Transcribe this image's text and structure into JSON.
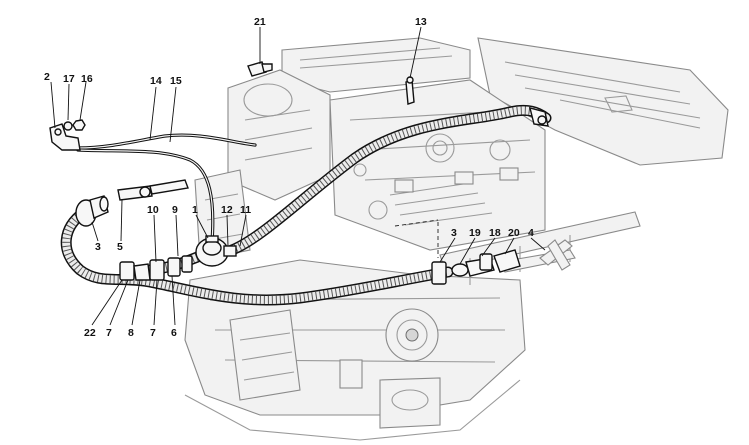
{
  "callouts": {
    "c1": "1",
    "c2": "2",
    "c3a": "3",
    "c3b": "3",
    "c4": "4",
    "c5": "5",
    "c6": "6",
    "c7a": "7",
    "c7b": "7",
    "c8": "8",
    "c9": "9",
    "c10": "10",
    "c11": "11",
    "c12": "12",
    "c13": "13",
    "c14": "14",
    "c15": "15",
    "c16": "16",
    "c17": "17",
    "c18": "18",
    "c19": "19",
    "c20": "20",
    "c21": "21",
    "c22": "22"
  }
}
